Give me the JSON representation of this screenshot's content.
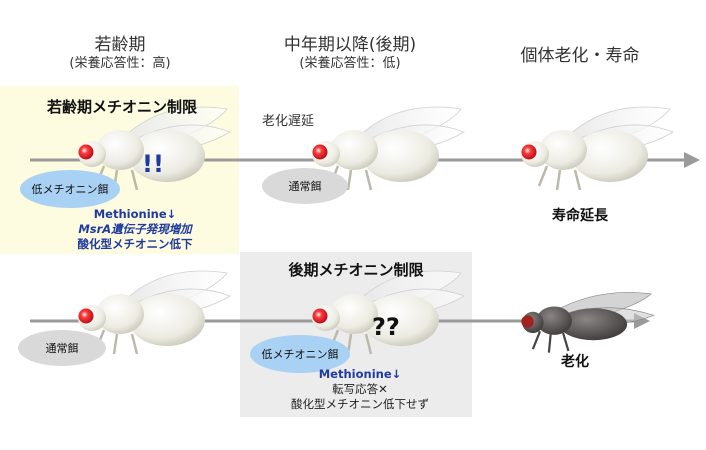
{
  "columns": {
    "young": {
      "title": "若齢期",
      "subtitle": "(栄養応答性：高)"
    },
    "middle": {
      "title": "中年期以降(後期)",
      "subtitle": "(栄養応答性：低)"
    },
    "end": {
      "title": "個体老化・寿命"
    }
  },
  "row1": {
    "box_title": "若齢期メチオニン制限",
    "marks": "!!",
    "food_young": "低メチオニン餌",
    "food_middle": "通常餌",
    "aging_delay": "老化遅延",
    "effects": [
      "Methionine↓",
      "MsrA遺伝子発現増加",
      "酸化型メチオニン低下"
    ],
    "outcome": "寿命延長"
  },
  "row2": {
    "box_title": "後期メチオニン制限",
    "marks": "??",
    "food_young": "通常餌",
    "food_middle": "低メチオニン餌",
    "effects": [
      "Methionine↓",
      "転写応答✕",
      "酸化型メチオニン低下せず"
    ],
    "outcome": "老化"
  },
  "colors": {
    "yellow_box": "#fdfce0",
    "gray_box": "#ececec",
    "blue_text": "#1f3aa0",
    "blue_oval": "#a9d1f3",
    "gray_oval": "#d9d9d9",
    "fly_eye": "#e8202a"
  }
}
